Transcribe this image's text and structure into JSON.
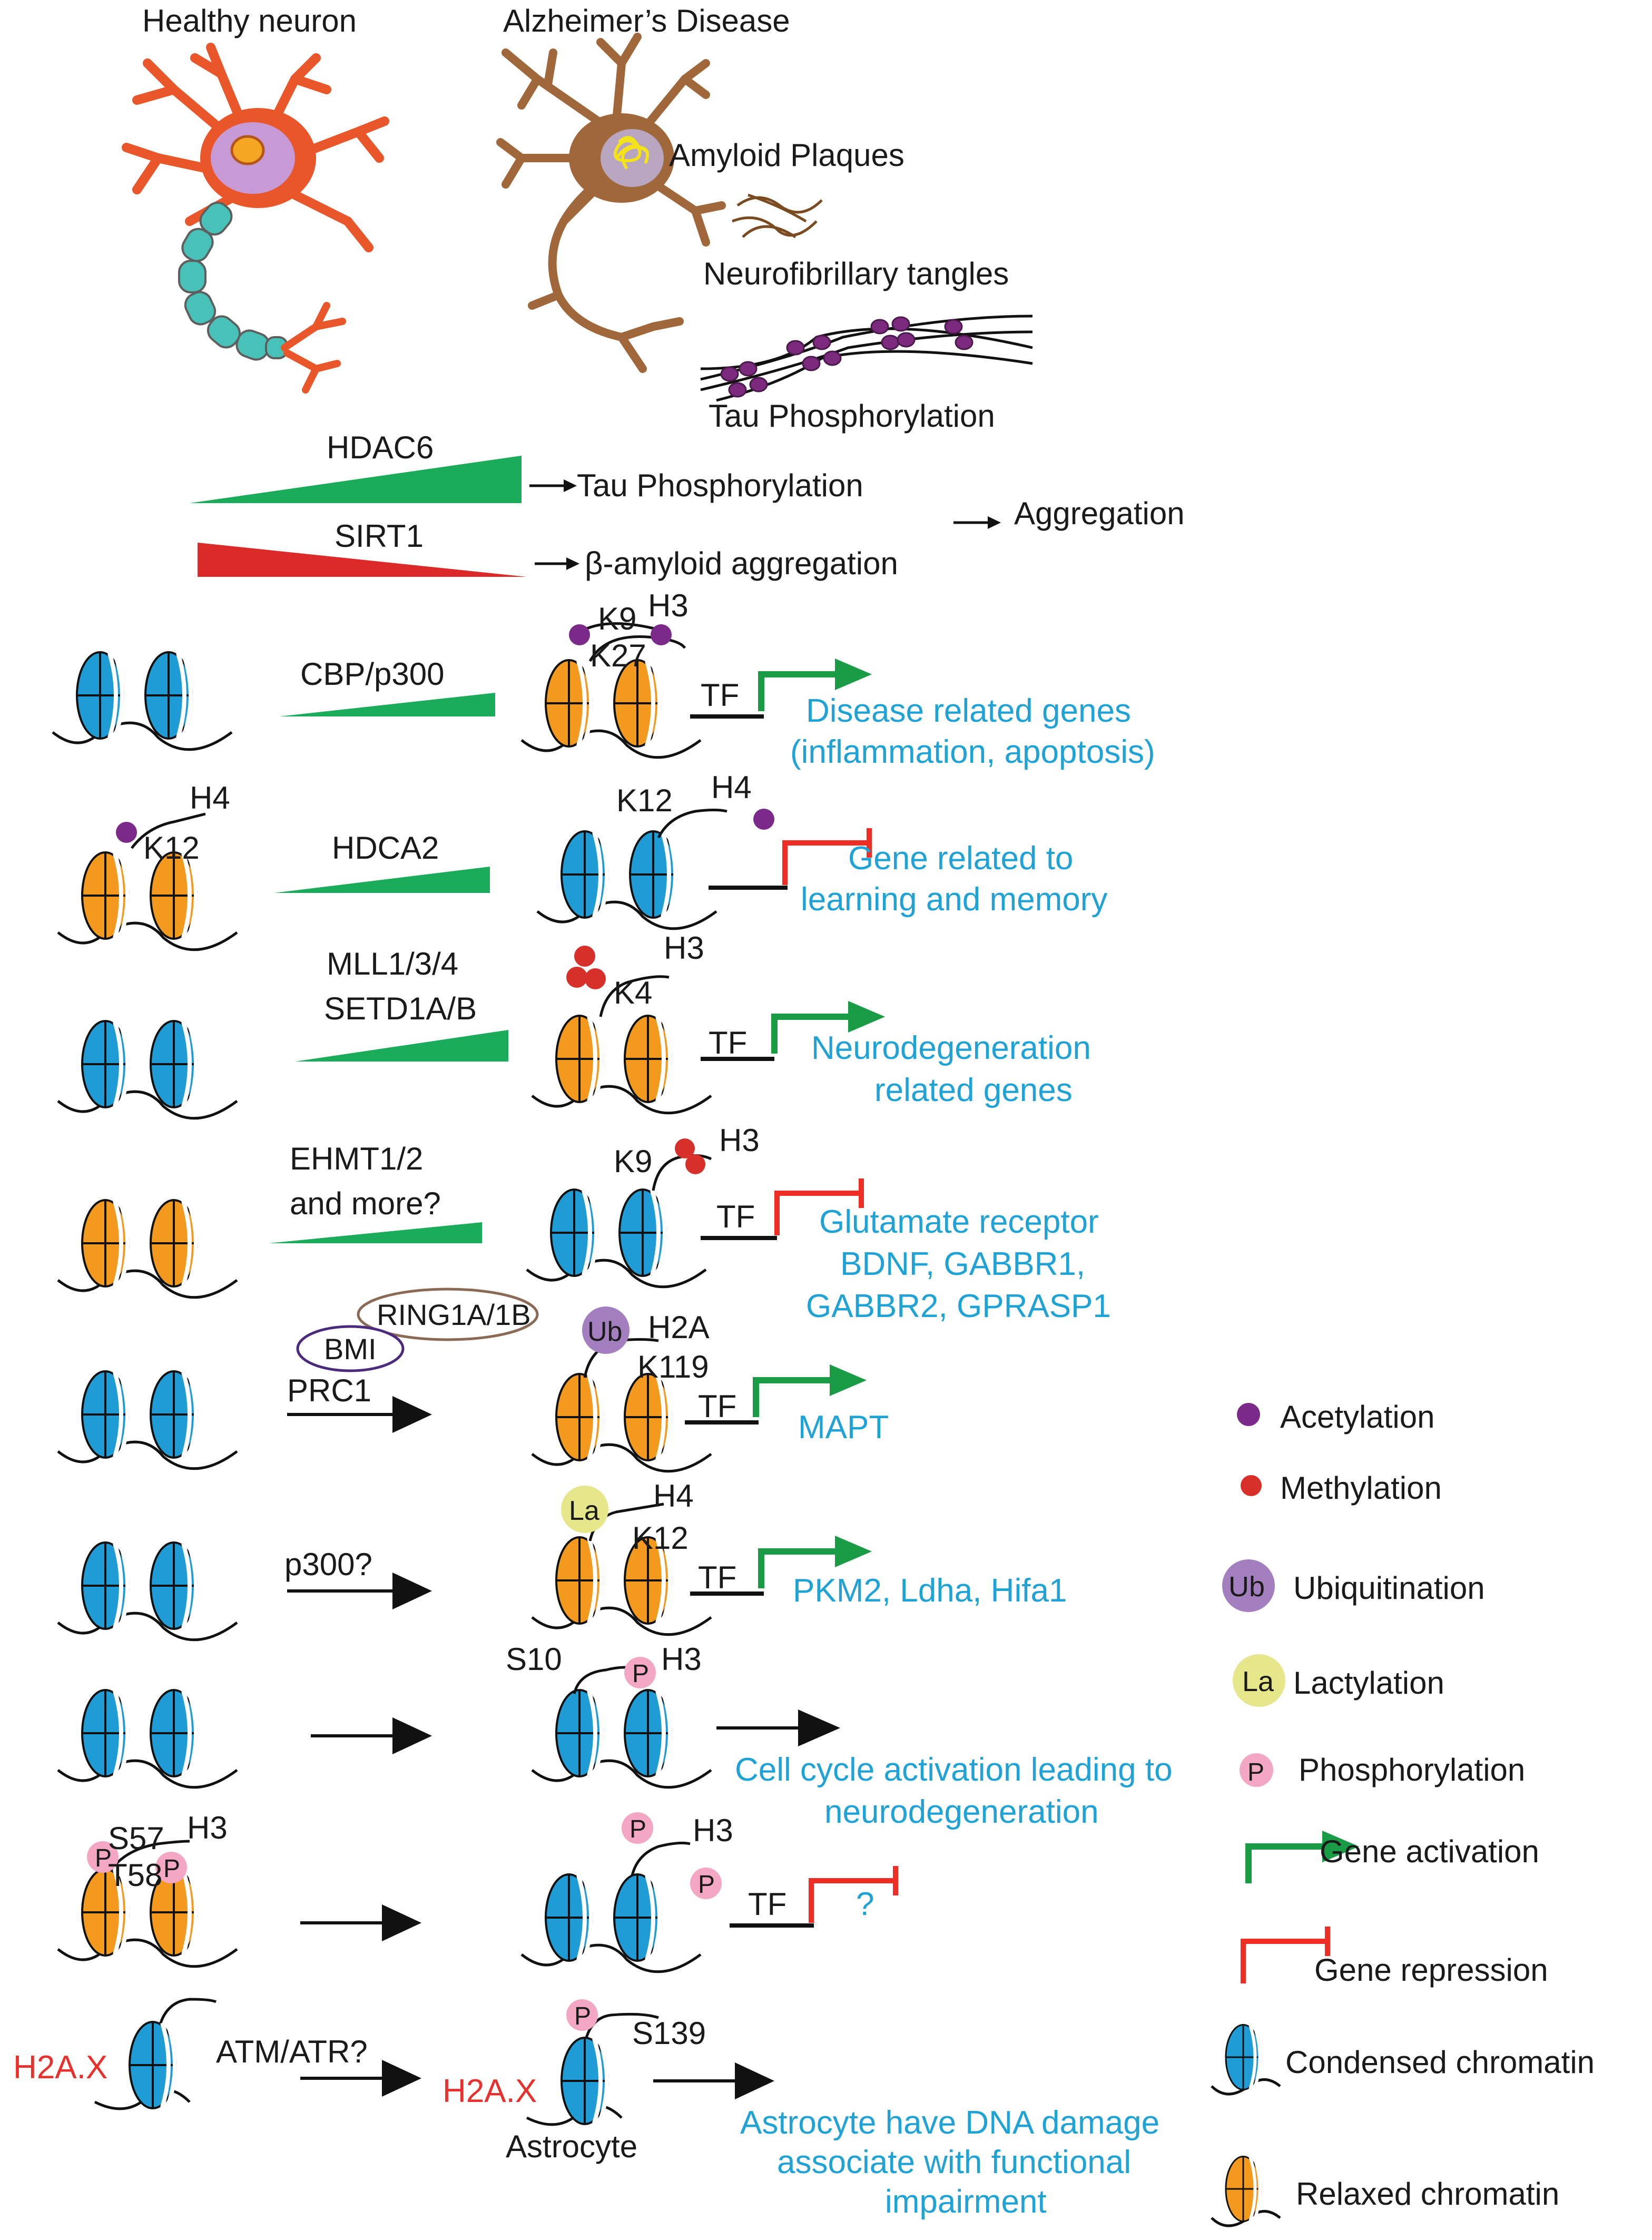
{
  "header": {
    "healthy_label": "Healthy neuron",
    "ad_label": "Alzheimer’s Disease",
    "amyloid": "Amyloid Plaques",
    "tangles": "Neurofibrillary tangles",
    "tau_phos": "Tau Phosphorylation"
  },
  "enzymes": {
    "hdac6": "HDAC6",
    "hdac6_target": "Tau Phosphorylation",
    "sirt1": "SIRT1",
    "sirt1_target": "β-amyloid aggregation",
    "aggregation": "Aggregation"
  },
  "rows": [
    {
      "enzyme": [
        "CBP/p300"
      ],
      "marks": [
        "K9",
        "H3",
        "K27"
      ],
      "tf": "TF",
      "genes": [
        "Disease related genes",
        "(inflammation, apoptosis)"
      ]
    },
    {
      "enzyme": [
        "HDCA2"
      ],
      "left_marks": [
        "H4",
        "K12"
      ],
      "marks": [
        "K12",
        "H4"
      ],
      "genes": [
        "Gene related to",
        "learning and memory"
      ]
    },
    {
      "enzyme": [
        "MLL1/3/4",
        "SETD1A/B"
      ],
      "marks": [
        "H3",
        "K4"
      ],
      "tf": "TF",
      "genes": [
        "Neurodegeneration",
        "related genes"
      ]
    },
    {
      "enzyme": [
        "EHMT1/2",
        "and more?"
      ],
      "marks": [
        "K9",
        "H3"
      ],
      "tf": "TF",
      "genes": [
        "Glutamate receptor",
        "BDNF, GABBR1,",
        "GABBR2, GPRASP1"
      ]
    },
    {
      "enzyme": [
        "PRC1"
      ],
      "complex": [
        "RING1A/1B",
        "BMI"
      ],
      "badge": "Ub",
      "marks": [
        "H2A",
        "K119"
      ],
      "tf": "TF",
      "genes": [
        "MAPT"
      ]
    },
    {
      "enzyme": [
        "p300?"
      ],
      "badge": "La",
      "marks": [
        "H4",
        "K12"
      ],
      "tf": "TF",
      "genes": [
        "PKM2, Ldha, Hifa1"
      ]
    },
    {
      "enzyme": [],
      "badge": "P",
      "marks": [
        "S10",
        "H3"
      ],
      "genes": [
        "Cell cycle activation leading to",
        "neurodegeneration"
      ]
    },
    {
      "enzyme": [],
      "left_marks": [
        "S57",
        "H3",
        "T58"
      ],
      "badge": "P",
      "marks": [
        "H3"
      ],
      "tf": "TF",
      "genes": [
        "?"
      ]
    },
    {
      "enzyme": [
        "ATM/ATR?"
      ],
      "left_label": "H2A.X",
      "right_label": "H2A.X",
      "badge": "P",
      "marks": [
        "S139"
      ],
      "cell": "Astrocyte",
      "genes": [
        "Astrocyte have DNA damage",
        "associate with functional",
        "impairment"
      ]
    }
  ],
  "legend": [
    {
      "key": "acetylation",
      "label": "Acetylation",
      "color": "#7b2a8a"
    },
    {
      "key": "methylation",
      "label": "Methylation",
      "color": "#d7302a"
    },
    {
      "key": "ubiquitination",
      "label": "Ubiquitination",
      "badge": "Ub",
      "color": "#a47fc0"
    },
    {
      "key": "lactylation",
      "label": "Lactylation",
      "badge": "La",
      "color": "#e6e68a"
    },
    {
      "key": "phosphorylation",
      "label": "Phosphorylation",
      "badge": "P",
      "color": "#f4a7c2"
    },
    {
      "key": "gene-activation",
      "label": "Gene activation",
      "color": "#1a9b46"
    },
    {
      "key": "gene-repression",
      "label": "Gene repression",
      "color": "#ee2e24"
    },
    {
      "key": "condensed",
      "label": "Condensed chromatin",
      "color": "#1f9cd6"
    },
    {
      "key": "relaxed",
      "label": "Relaxed chromatin",
      "color": "#f39a1e"
    }
  ],
  "colors": {
    "green": "#1aac5a",
    "red": "#dc2a2a",
    "blue_text": "#1fa3d6",
    "condensed": "#1f9cd6",
    "relaxed": "#f39a1e"
  }
}
